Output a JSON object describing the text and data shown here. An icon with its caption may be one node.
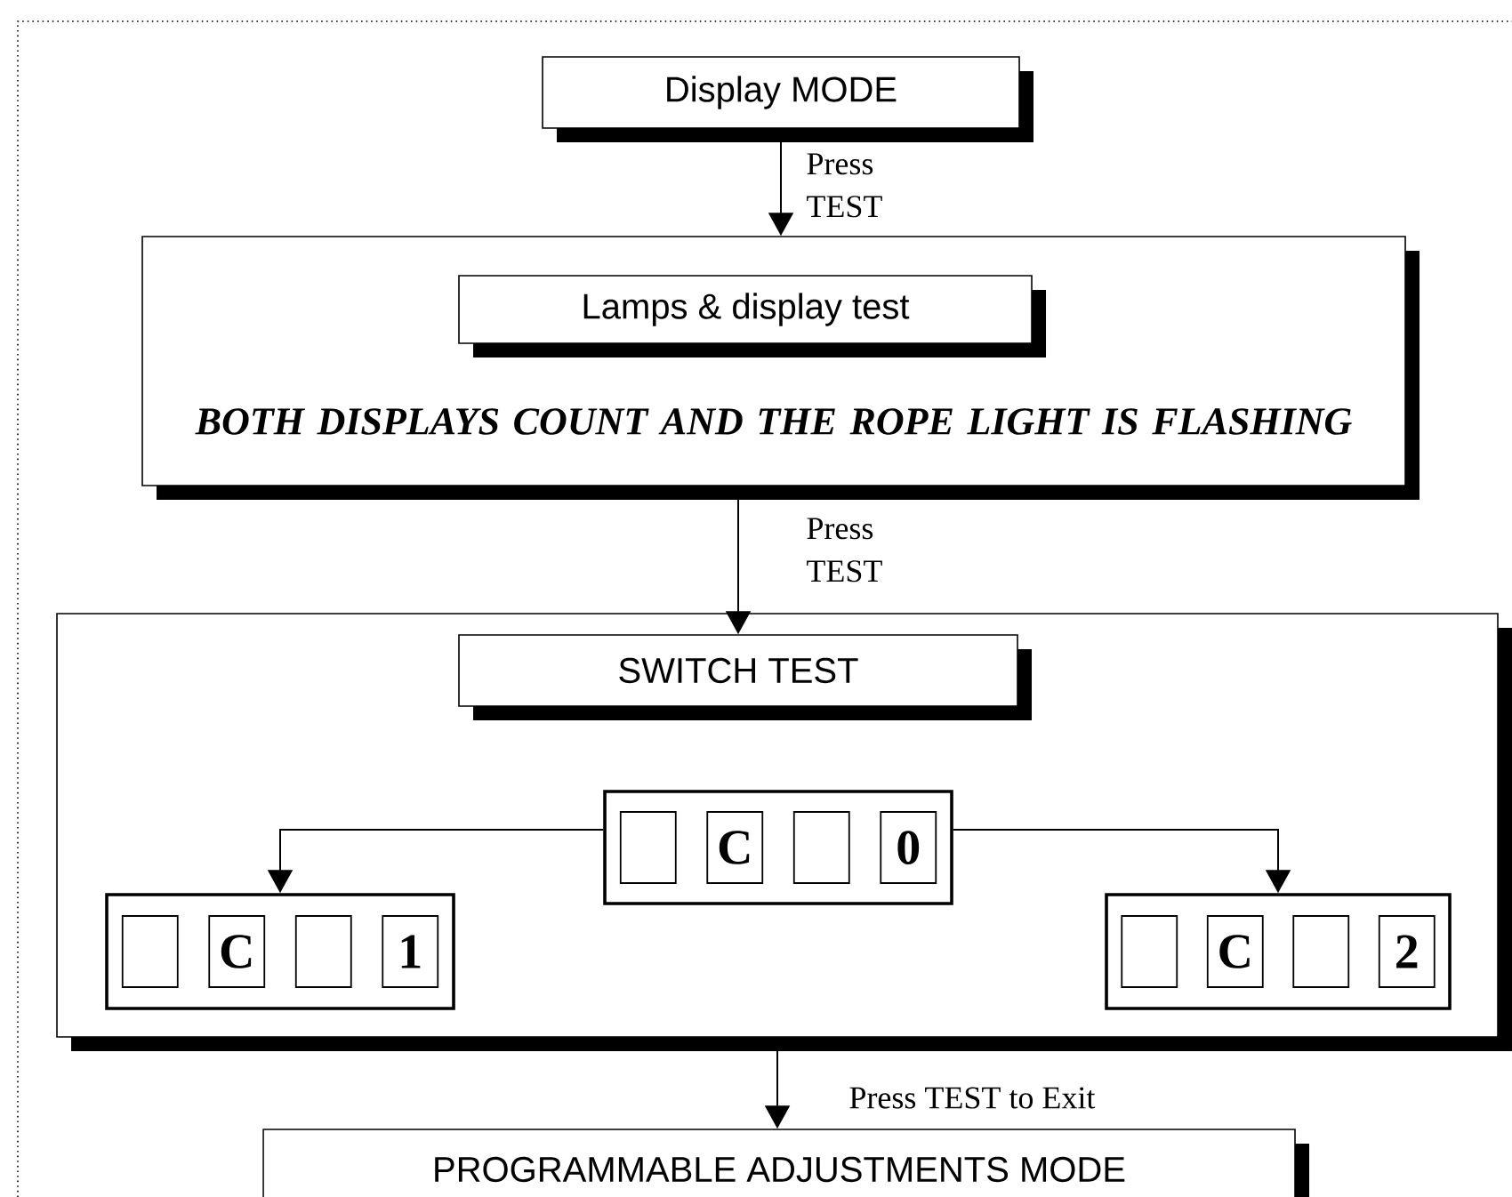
{
  "diagram": {
    "nodes": [
      {
        "text": [
          "Display MODE"
        ]
      },
      {
        "text": [
          "BOTH DISPLAYS COUNT AND THE ROPE LIGHT IS FLASHING"
        ]
      },
      {
        "text": [
          "Lamps & display test"
        ],
        "in": 1
      },
      {
        "text": [],
        "shape": "box"
      },
      {
        "text": [
          "SWITCH TEST"
        ],
        "in": 3
      },
      {
        "text": [
          "C",
          "0"
        ],
        "in": 3
      },
      {
        "text": [
          "C",
          "1"
        ],
        "in": 3
      },
      {
        "text": [
          "C",
          "2"
        ],
        "in": 3
      },
      {
        "text": [
          "PROGRAMMABLE ADJUSTMENTS MODE"
        ]
      }
    ],
    "edges": [
      {
        "from": 0,
        "to": 1,
        "arrow": "to",
        "label": "Press TEST"
      },
      {
        "from": 1,
        "to": 4,
        "arrow": "to",
        "label": "Press TEST"
      },
      {
        "from": 5,
        "to": 6,
        "arrow": "to"
      },
      {
        "from": 5,
        "to": 7,
        "arrow": "to"
      },
      {
        "from": 3,
        "to": 8,
        "arrow": "to",
        "label": "Press TEST to Exit"
      }
    ]
  }
}
